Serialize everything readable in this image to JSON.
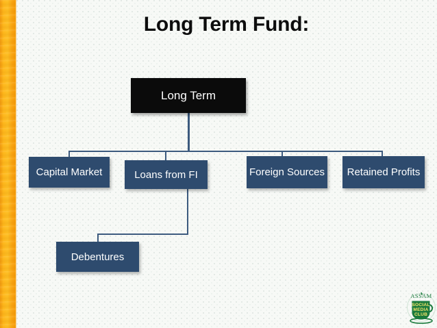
{
  "slide": {
    "title": "Long Term Fund:",
    "background_color": "#f7f9f6",
    "accent_stripe_color": "#ffb81c",
    "node_color": "#2e4b6e",
    "root_color": "#0b0b0b",
    "connector_color": "#3c5a7e"
  },
  "diagram": {
    "type": "org-chart",
    "root": {
      "label": "Long Term"
    },
    "level2": [
      {
        "label": "Capital Market"
      },
      {
        "label": "Loans from FI"
      },
      {
        "label": "Foreign Sources"
      },
      {
        "label": "Retained Profits"
      }
    ],
    "level3": [
      {
        "label": "Debentures",
        "parent": "Loans from FI"
      }
    ]
  },
  "logo": {
    "name": "assam-social-media-club-logo",
    "top_text": "ASSAM",
    "line1": "SOCIAL",
    "line2": "MEDIA",
    "line3": "CLUB",
    "color": "#1b7a3d"
  }
}
